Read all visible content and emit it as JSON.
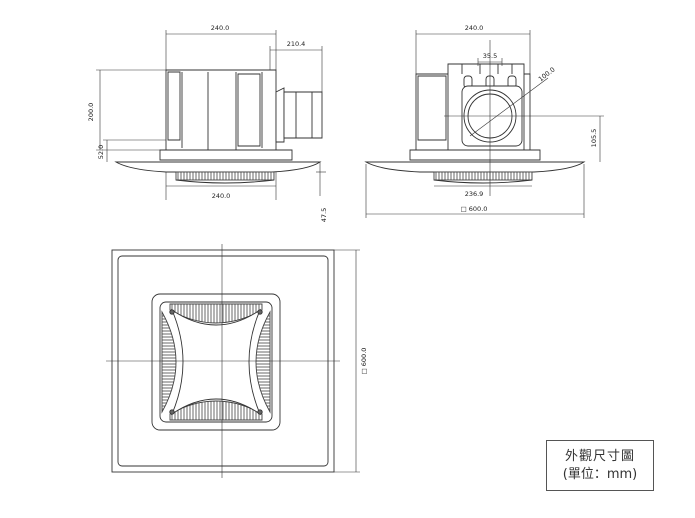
{
  "legend": {
    "title": "外觀尺寸圖",
    "unit": "(單位：mm)"
  },
  "side_view": {
    "dims": {
      "width_top": "240.0",
      "duct_offset": "210.4",
      "height": "200.0",
      "flange_height": "52.0",
      "width_bottom": "240.0",
      "panel_depth": "47.5"
    }
  },
  "front_view": {
    "dims": {
      "width_top": "240.0",
      "duct_flange": "35.5",
      "duct_diameter": "100.0",
      "duct_center_height": "105.5",
      "grille_width": "236.9",
      "panel_width": "□ 600.0"
    }
  },
  "plan_view": {
    "dims": {
      "panel_size": "□ 600.0"
    }
  }
}
